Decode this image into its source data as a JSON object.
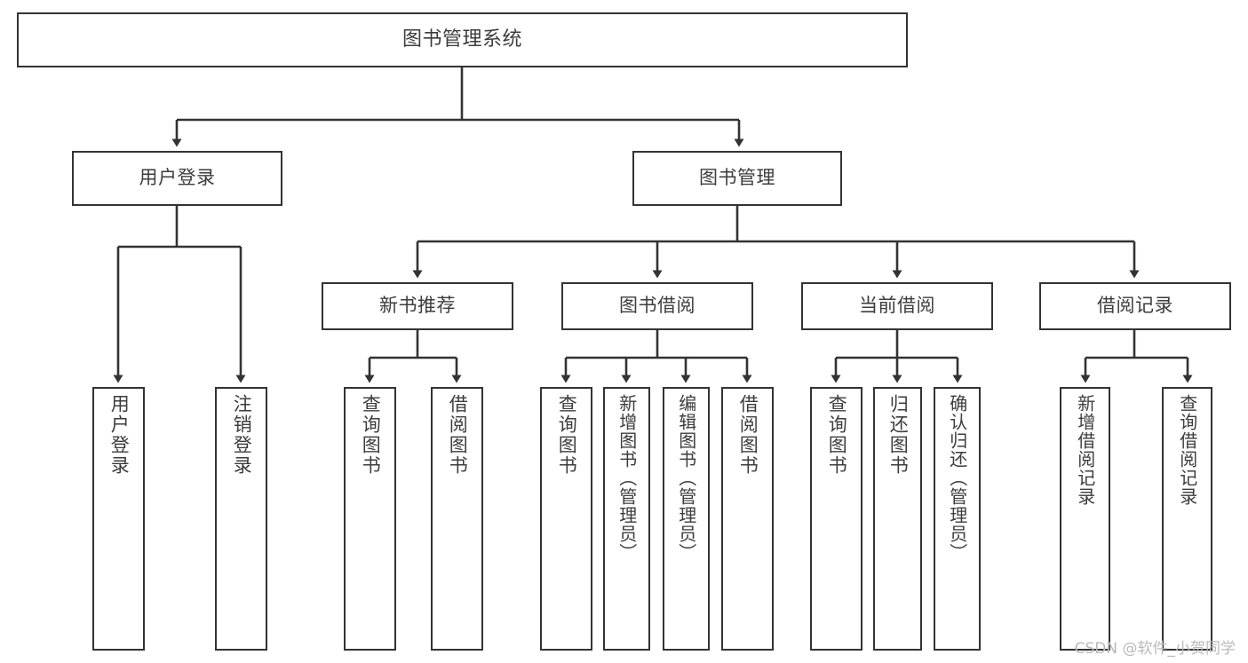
{
  "diagram": {
    "title": "图书管理系统",
    "type": "hierarchy-tree",
    "colors": {
      "box_border": "#333333",
      "box_fill": "#ffffff",
      "text": "#3c3c3c",
      "edge": "#333333",
      "watermark": "#b9b9b9",
      "background": "#ffffff"
    },
    "root": {
      "label": "图书管理系统"
    },
    "level1": [
      {
        "label": "用户登录"
      },
      {
        "label": "图书管理"
      }
    ],
    "level2": [
      {
        "label": "新书推荐"
      },
      {
        "label": "图书借阅"
      },
      {
        "label": "当前借阅"
      },
      {
        "label": "借阅记录"
      }
    ],
    "leaves": {
      "user_login": [
        {
          "label": "用户登录"
        },
        {
          "label": "注销登录"
        }
      ],
      "new_book_recommend": [
        {
          "label": "查询图书"
        },
        {
          "label": "借阅图书"
        }
      ],
      "book_borrow": [
        {
          "label": "查询图书"
        },
        {
          "label": "新增图书（管理员）"
        },
        {
          "label": "编辑图书（管理员）"
        },
        {
          "label": "借阅图书"
        }
      ],
      "current_borrow": [
        {
          "label": "查询图书"
        },
        {
          "label": "归还图书"
        },
        {
          "label": "确认归还（管理员）"
        }
      ],
      "borrow_record": [
        {
          "label": "新增借阅记录"
        },
        {
          "label": "查询借阅记录"
        }
      ]
    }
  },
  "watermark": {
    "text": "CSDN @软件_小贺同学"
  }
}
